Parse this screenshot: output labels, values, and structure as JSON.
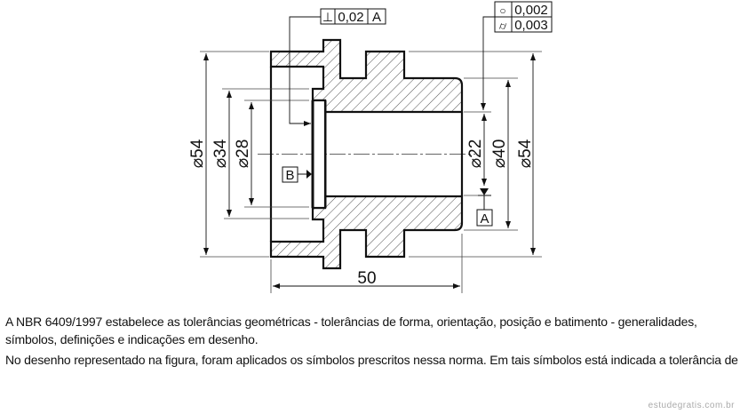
{
  "drawing": {
    "dim_left_54": "⌀54",
    "dim_left_34": "⌀34",
    "dim_left_28": "⌀28",
    "dim_right_22": "⌀22",
    "dim_right_40": "⌀40",
    "dim_right_54": "⌀54",
    "dim_length": "50",
    "perpendicularity_frame": {
      "symbol": "⊥",
      "value": "0,02",
      "datum": "A"
    },
    "form_frame": {
      "roundness_symbol": "○",
      "roundness_value": "0,002",
      "cylindricity_symbol": "⌭",
      "cylindricity_value": "0,003"
    },
    "datum_a": "A",
    "datum_b": "B"
  },
  "question": {
    "paragraph1": "A NBR 6409/1997 estabelece as tolerâncias geométricas - tolerâncias de forma, orientação, posição e batimento - generalidades, símbolos, definições e indicações em desenho.",
    "paragraph2": "No desenho representado na figura, foram aplicados os símbolos prescritos nessa norma. Em tais símbolos está indicada a tolerância de"
  },
  "watermark": "estudegratis.com.br"
}
